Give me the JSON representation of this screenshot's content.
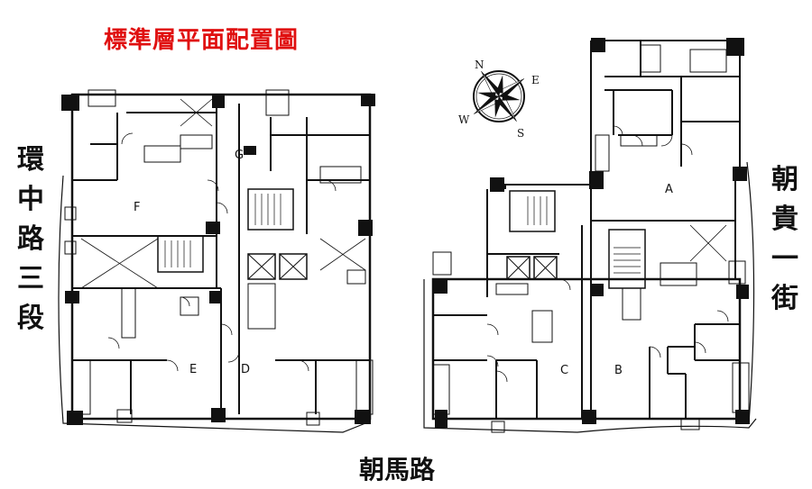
{
  "title": "標準層平面配置圖",
  "roads": {
    "west": [
      "環",
      "中",
      "路",
      "三",
      "段"
    ],
    "east": [
      "朝",
      "貴",
      "一",
      "街"
    ],
    "south": "朝馬路"
  },
  "compass": {
    "n": "N",
    "e": "E",
    "s": "S",
    "w": "W"
  },
  "units": {
    "a": "A",
    "b": "B",
    "c": "C",
    "d": "D",
    "e": "E",
    "f": "F",
    "g": "G"
  },
  "colors": {
    "title": "#e01010",
    "walls": "#111111"
  }
}
